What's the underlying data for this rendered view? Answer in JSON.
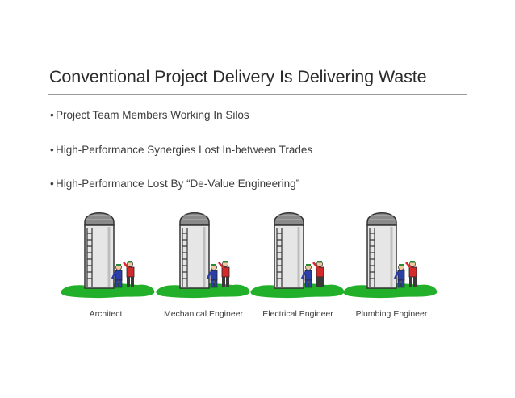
{
  "slide": {
    "title": "Conventional Project Delivery Is Delivering Waste",
    "bullets": [
      "Project Team Members Working In Silos",
      "High-Performance Synergies Lost In-between Trades",
      "High-Performance Lost By “De-Value Engineering”"
    ],
    "bullet_marker": "•",
    "silos": [
      {
        "caption": "Architect"
      },
      {
        "caption": "Mechanical Engineer"
      },
      {
        "caption": "Electrical Engineer"
      },
      {
        "caption": "Plumbing Engineer"
      }
    ]
  },
  "colors": {
    "grass": "#22b02a",
    "silo_body": "#e6e6e6",
    "silo_dome": "#8a8a8a",
    "worker_red": "#d42a2a",
    "worker_blue": "#2a3fa8"
  }
}
